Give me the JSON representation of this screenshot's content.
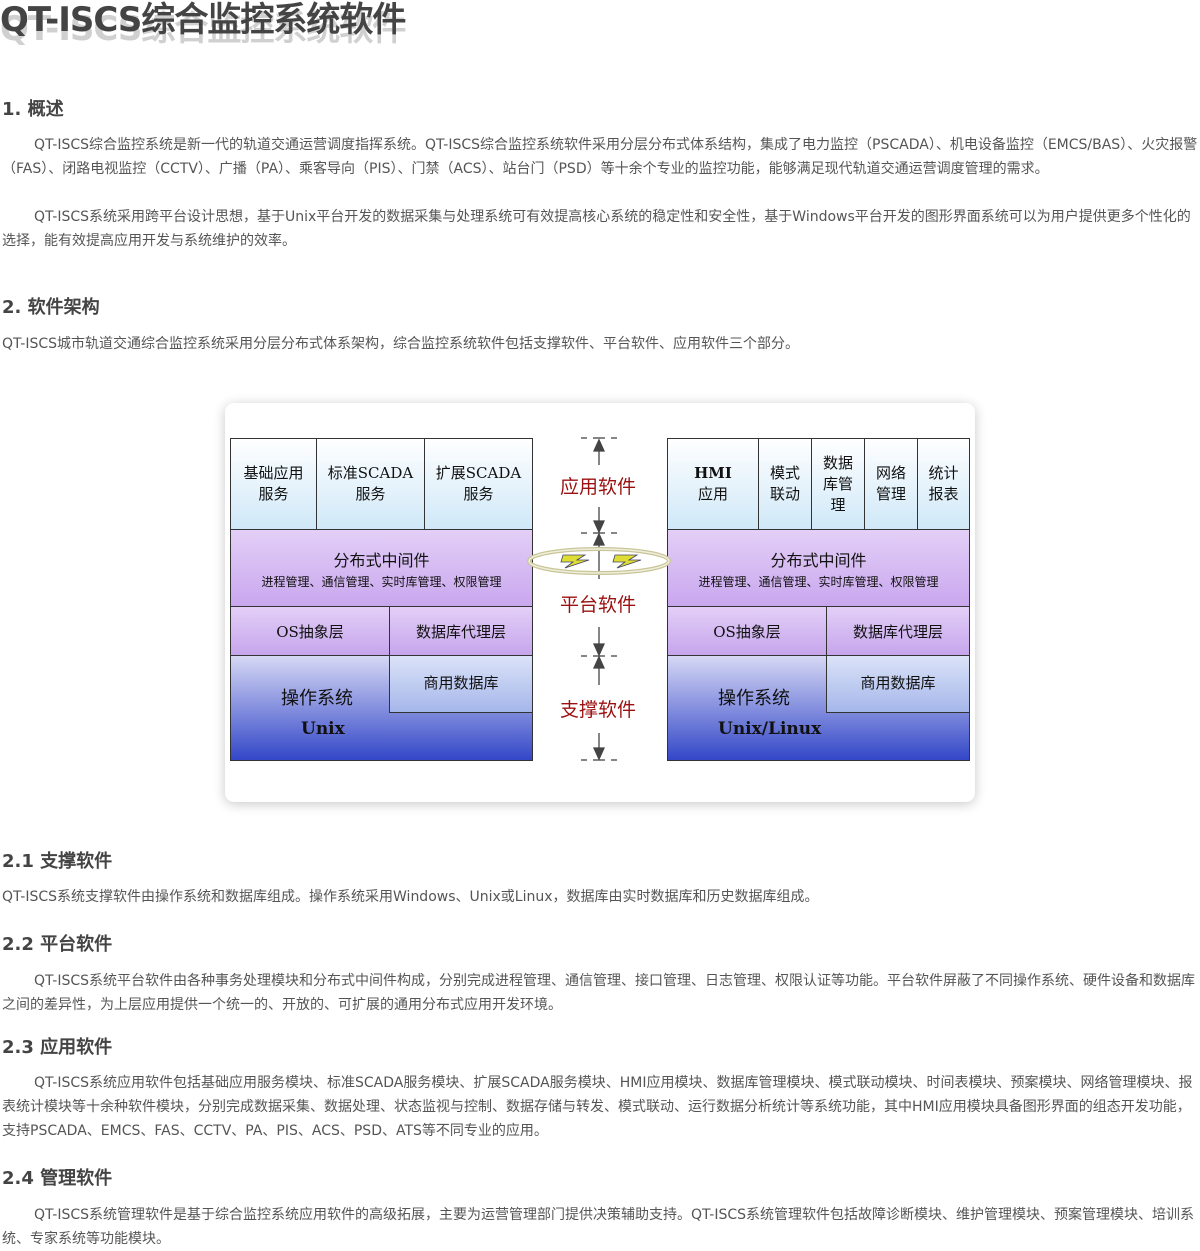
{
  "title": "QT-ISCS综合监控系统软件",
  "sections": {
    "overview": {
      "heading": "1. 概述",
      "p1": "QT-ISCS综合监控系统是新一代的轨道交通运营调度指挥系统。QT-ISCS综合监控系统软件采用分层分布式体系结构，集成了电力监控（PSCADA）、机电设备监控（EMCS/BAS）、火灾报警（FAS）、闭路电视监控（CCTV）、广播（PA）、乘客导向（PIS）、门禁（ACS）、站台门（PSD）等十余个专业的监控功能，能够满足现代轨道交通运营调度管理的需求。",
      "p2": "QT-ISCS系统采用跨平台设计思想，基于Unix平台开发的数据采集与处理系统可有效提高核心系统的稳定性和安全性，基于Windows平台开发的图形界面系统可以为用户提供更多个性化的选择，能有效提高应用开发与系统维护的效率。"
    },
    "architecture": {
      "heading": "2. 软件架构",
      "p1": "QT-ISCS城市轨道交通综合监控系统采用分层分布式体系架构，综合监控系统软件包括支撑软件、平台软件、应用软件三个部分。"
    },
    "support": {
      "heading": "2.1 支撑软件",
      "p1": "QT-ISCS系统支撑软件由操作系统和数据库组成。操作系统采用Windows、Unix或Linux，数据库由实时数据库和历史数据库组成。"
    },
    "platform": {
      "heading": "2.2 平台软件",
      "p1": "QT-ISCS系统平台软件由各种事务处理模块和分布式中间件构成，分别完成进程管理、通信管理、接口管理、日志管理、权限认证等功能。平台软件屏蔽了不同操作系统、硬件设备和数据库之间的差异性，为上层应用提供一个统一的、开放的、可扩展的通用分布式应用开发环境。"
    },
    "application": {
      "heading": "2.3 应用软件",
      "p1": "QT-ISCS系统应用软件包括基础应用服务模块、标准SCADA服务模块、扩展SCADA服务模块、HMI应用模块、数据库管理模块、模式联动模块、时间表模块、预案模块、网络管理模块、报表统计模块等十余种软件模块，分别完成数据采集、数据处理、状态监视与控制、数据存储与转发、模式联动、运行数据分析统计等系统功能，其中HMI应用模块具备图形界面的组态开发功能，支持PSCADA、EMCS、FAS、CCTV、PA、PIS、ACS、PSD、ATS等不同专业的应用。"
    },
    "management": {
      "heading": "2.4 管理软件",
      "p1": "QT-ISCS系统管理软件是基于综合监控系统应用软件的高级拓展，主要为运营管理部门提供决策辅助支持。QT-ISCS系统管理软件包括故障诊断模块、维护管理模块、预案管理模块、培训系统、专家系统等功能模块。"
    }
  },
  "diagram": {
    "left": {
      "apps": [
        [
          "基础应用",
          "服务"
        ],
        [
          "标准SCADA",
          "服务"
        ],
        [
          "扩展SCADA",
          "服务"
        ]
      ],
      "middleware_title": "分布式中间件",
      "middleware_sub": "进程管理、通信管理、实时库管理、权限管理",
      "os_abstraction": "OS抽象层",
      "db_proxy": "数据库代理层",
      "commercial_db": "商用数据库",
      "os_title": "操作系统",
      "os_name": "Unix"
    },
    "right": {
      "apps": [
        [
          "HMI",
          "应用"
        ],
        [
          "模式",
          "联动"
        ],
        [
          "数据",
          "库管",
          "理"
        ],
        [
          "网络",
          "管理"
        ],
        [
          "统计",
          "报表"
        ]
      ],
      "middleware_title": "分布式中间件",
      "middleware_sub": "进程管理、通信管理、实时库管理、权限管理",
      "os_abstraction": "OS抽象层",
      "db_proxy": "数据库代理层",
      "commercial_db": "商用数据库",
      "os_title": "操作系统",
      "os_name": "Unix/Linux"
    },
    "layer_labels": {
      "application": "应用软件",
      "platform": "平台软件",
      "support": "支撑软件"
    }
  }
}
